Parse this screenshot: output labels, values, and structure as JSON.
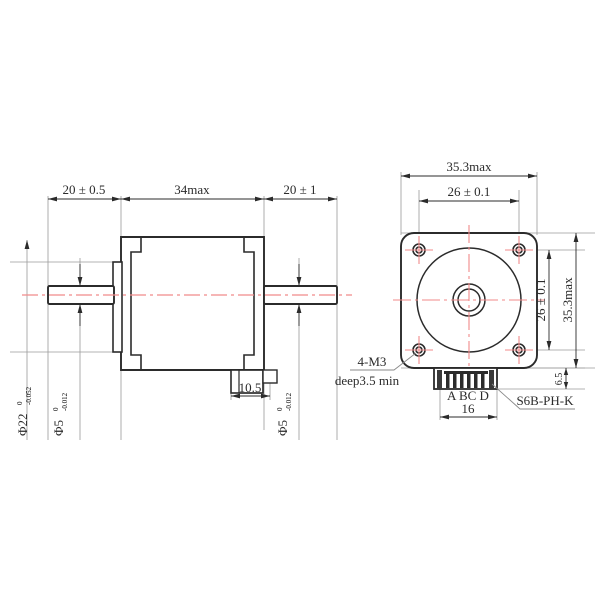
{
  "drawing": {
    "title": "Stepper motor dimensional drawing",
    "background_color": "#ffffff",
    "line_color": "#2b2b2b",
    "thin_line_color": "#9a9a9a",
    "centerline_color": "#f08a8a",
    "views": [
      "side-view",
      "front-view"
    ]
  },
  "side_view": {
    "dimensions": {
      "left_shaft_length": "20 ± 0.5",
      "body_length": "34max",
      "right_shaft_length": "20 ± 1",
      "connector_width": "10.5",
      "flange_diameter": "Φ22",
      "flange_tol_upper": "0",
      "flange_tol_lower": "-0.052",
      "left_shaft_diameter": "Φ5",
      "left_shaft_tol_upper": "0",
      "left_shaft_tol_lower": "-0.012",
      "right_shaft_diameter": "Φ5",
      "right_shaft_tol_upper": "0",
      "right_shaft_tol_lower": "-0.012"
    }
  },
  "front_view": {
    "dimensions": {
      "body_width_max": "35.3max",
      "hole_pitch_horizontal": "26 ± 0.1",
      "hole_pitch_vertical": "26 ± 0.1",
      "body_height_max": "35.3max",
      "connector_height": "6.5",
      "connector_width": "16"
    },
    "annotations": {
      "mounting_holes": "4-M3",
      "mounting_holes_depth": "deep3.5 min",
      "connector_part": "S6B-PH-K",
      "pin_labels": "A  BC  D"
    }
  }
}
